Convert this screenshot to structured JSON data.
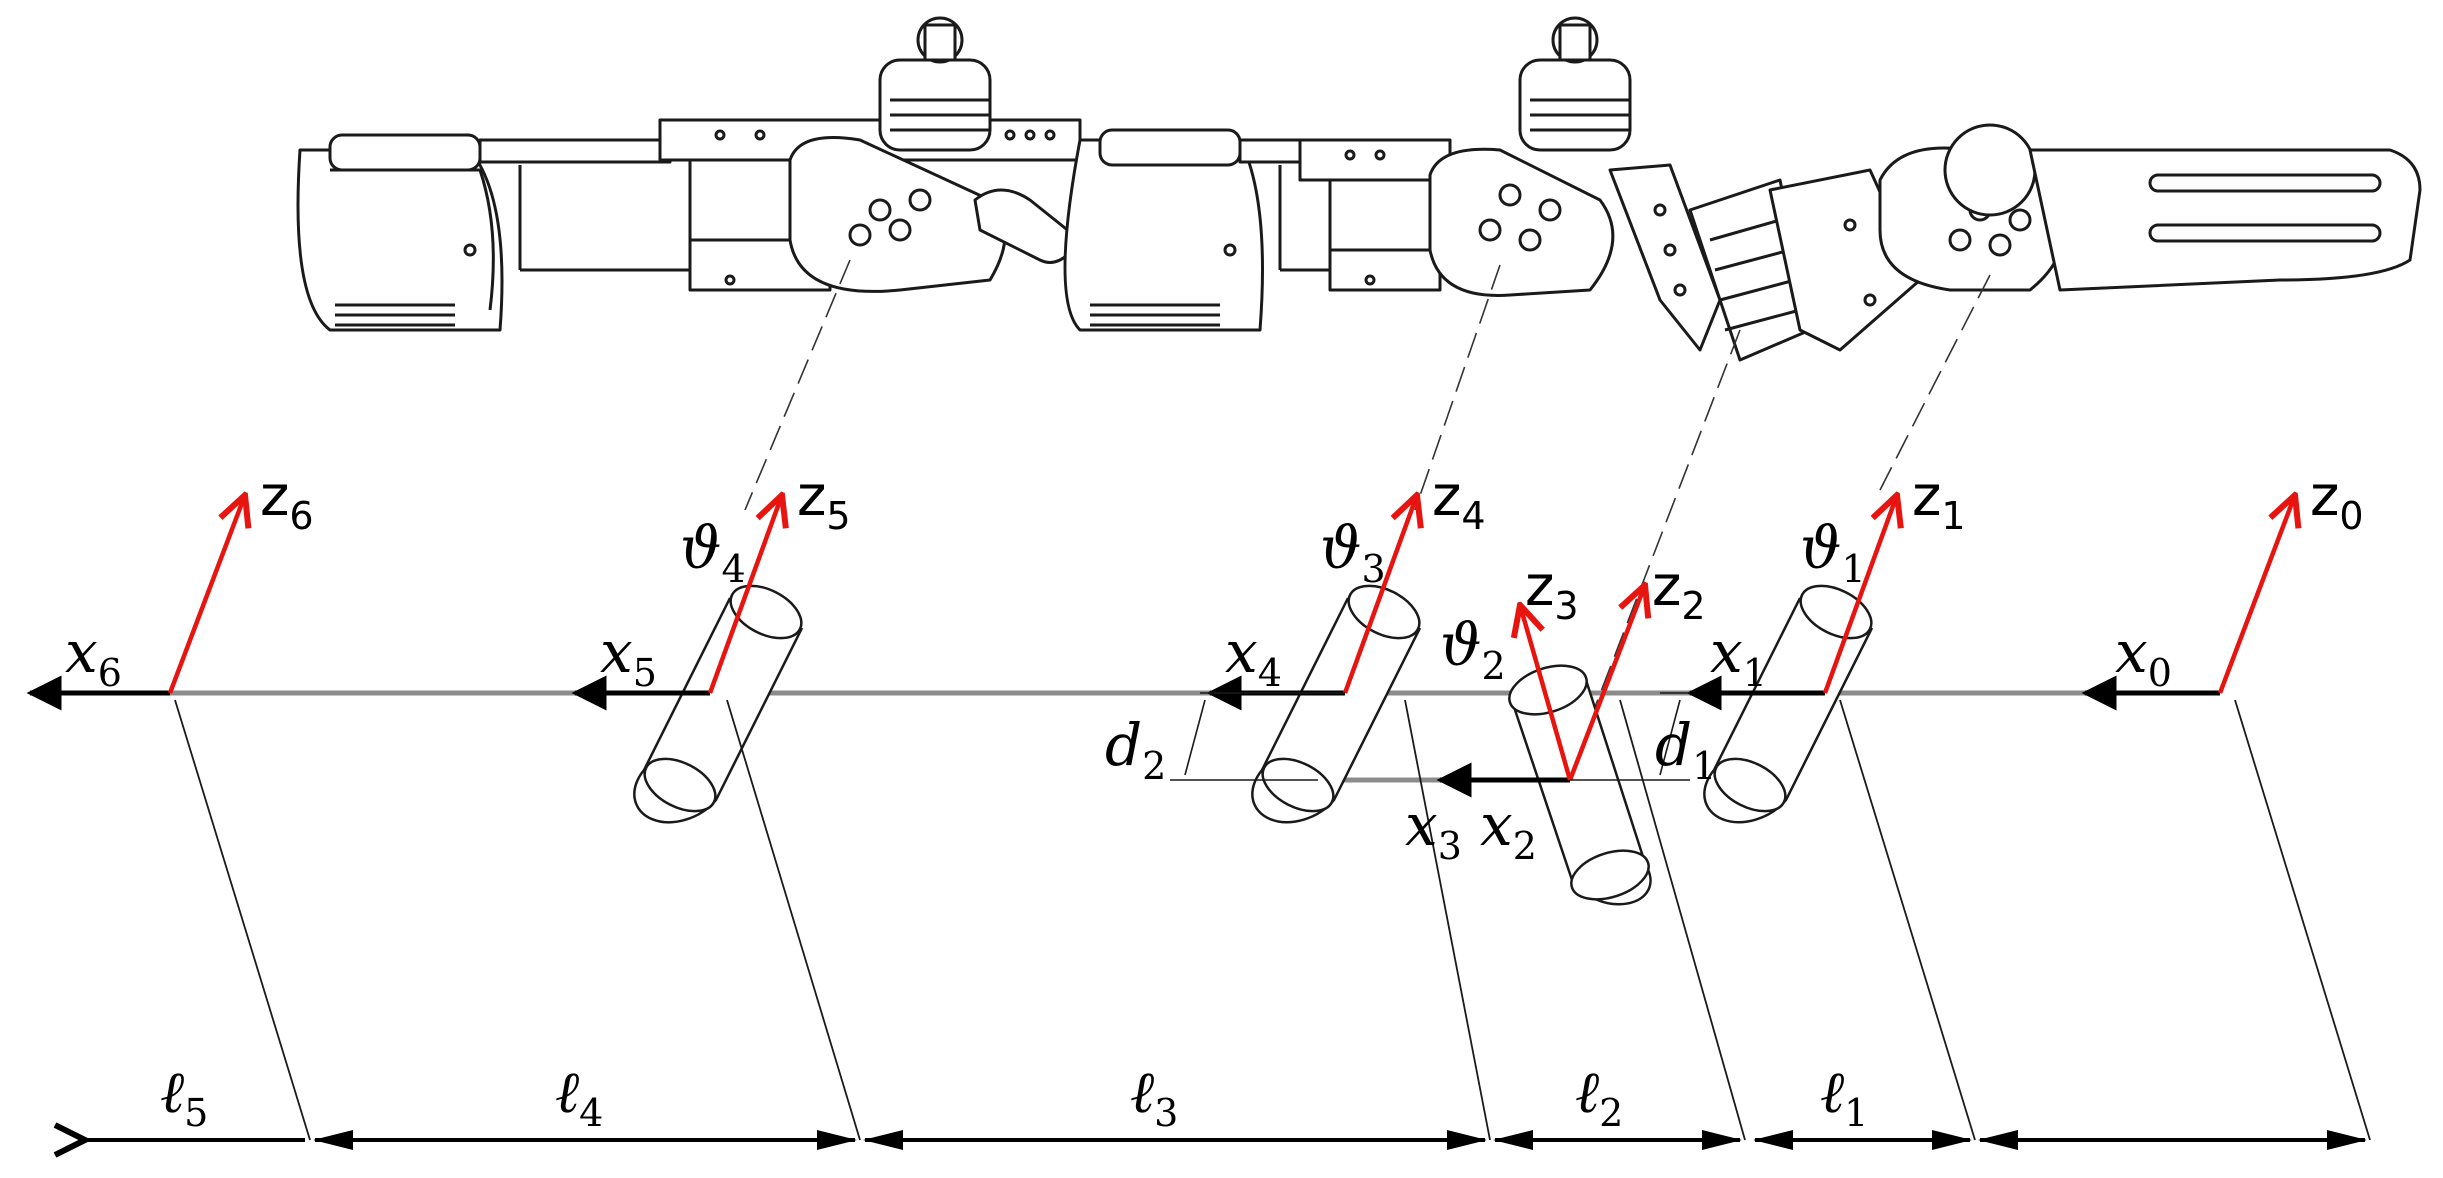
{
  "frames": [
    {
      "x_base": "x",
      "x_sub": "0",
      "z_base": "z",
      "z_sub": "0"
    },
    {
      "x_base": "x",
      "x_sub": "1",
      "z_base": "z",
      "z_sub": "1"
    },
    {
      "x_base": "x",
      "x_sub": "2",
      "z_base": "z",
      "z_sub": "2"
    },
    {
      "x_base": "x",
      "x_sub": "3",
      "z_base": "z",
      "z_sub": "3"
    },
    {
      "x_base": "x",
      "x_sub": "4",
      "z_base": "z",
      "z_sub": "4"
    },
    {
      "x_base": "x",
      "x_sub": "5",
      "z_base": "z",
      "z_sub": "5"
    },
    {
      "x_base": "x",
      "x_sub": "6",
      "z_base": "z",
      "z_sub": "6"
    }
  ],
  "joint_angles": [
    {
      "base": "ϑ",
      "sub": "1"
    },
    {
      "base": "ϑ",
      "sub": "2"
    },
    {
      "base": "ϑ",
      "sub": "3"
    },
    {
      "base": "ϑ",
      "sub": "4"
    }
  ],
  "offsets": [
    {
      "base": "d",
      "sub": "1"
    },
    {
      "base": "d",
      "sub": "2"
    }
  ],
  "link_lengths": [
    {
      "base": "ℓ",
      "sub": "1"
    },
    {
      "base": "ℓ",
      "sub": "2"
    },
    {
      "base": "ℓ",
      "sub": "3"
    },
    {
      "base": "ℓ",
      "sub": "4"
    },
    {
      "base": "ℓ",
      "sub": "5"
    }
  ],
  "colors": {
    "z_axis": "#e8140f",
    "x_axis": "#000000",
    "link_line": "#8c8c8c",
    "drawing": "#1a1a1a"
  }
}
